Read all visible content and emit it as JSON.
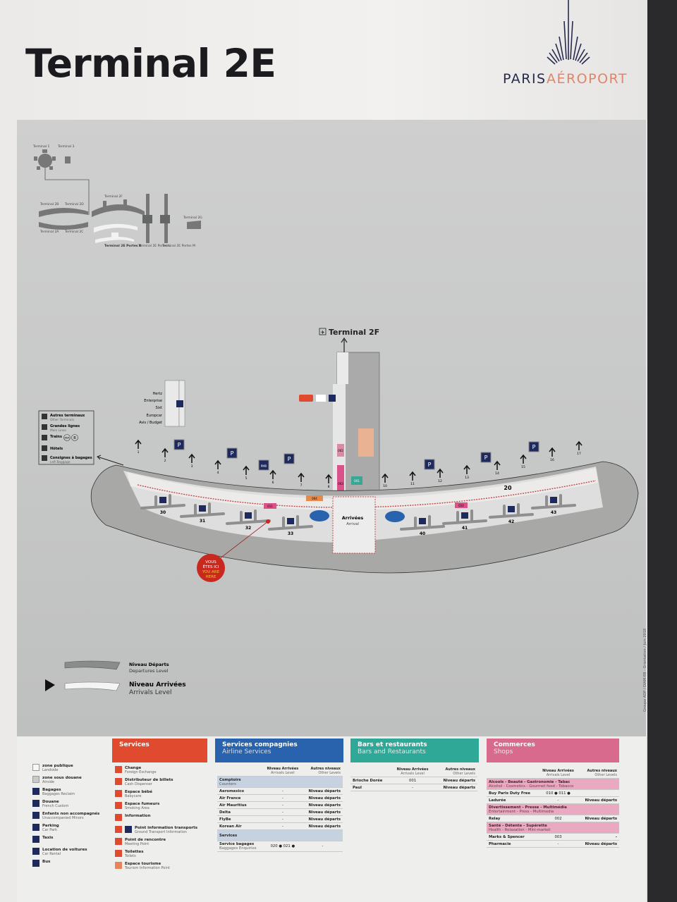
{
  "header": {
    "title": "Terminal 2E",
    "logo": {
      "part1": "PARIS",
      "part2": "AÉROPORT"
    }
  },
  "overview": {
    "labels": [
      "Terminal 1",
      "Terminal 3",
      "Terminal 2B",
      "Terminal 2D",
      "Terminal 2F",
      "Terminal 2A",
      "Terminal 2C",
      "Terminal 2E Portes K",
      "Terminal 2E Portes L",
      "Terminal 2E Portes M",
      "Terminal 2G"
    ]
  },
  "map": {
    "to_terminal": "Terminal 2F",
    "rental_cars": [
      "Hertz",
      "Enterprise",
      "Sixt",
      "Europcar",
      "Avis / Budget"
    ],
    "directions": [
      {
        "fr": "Autres terminaux",
        "en": "Other Terminals"
      },
      {
        "fr": "Grandes lignes",
        "en": "Main Lines"
      },
      {
        "fr": "Trains",
        "en": ""
      },
      {
        "fr": "Hôtels",
        "en": ""
      },
      {
        "fr": "Consignes à bagages",
        "en": "Left Baggage"
      }
    ],
    "train_badges": [
      "RER",
      "B"
    ],
    "gates": [
      "1",
      "2",
      "3",
      "4",
      "5",
      "6",
      "7",
      "8",
      "10",
      "11",
      "12",
      "13",
      "14",
      "15",
      "16",
      "17"
    ],
    "bus_lounges": [
      "30",
      "31",
      "32",
      "33",
      "40",
      "41",
      "42",
      "43"
    ],
    "shop_codes": [
      "004",
      "011",
      "002",
      "003",
      "001",
      "010",
      "020",
      "021"
    ],
    "gate_20": "20",
    "arrivals": {
      "fr": "Arrivées",
      "en": "Arrival"
    },
    "you_are_here": [
      "VOUS",
      "ÊTES ICI",
      "YOU ARE",
      "HERE"
    ],
    "parking": [
      "P",
      "P",
      "PMR",
      "P",
      "P",
      "P",
      "P"
    ],
    "levels": [
      {
        "fr": "Niveau Départs",
        "en": "Departures Level"
      },
      {
        "fr": "Niveau Arrivées",
        "en": "Arrivals Level"
      }
    ],
    "credit": "Groupe ADP / DIAM-EB - Orientation / Juin 2018"
  },
  "colors": {
    "services": "#e04a2e",
    "airline": "#2a63ad",
    "bars": "#2fa898",
    "shops": "#d76a8d",
    "navy": "#1e2a5e"
  },
  "legend": {
    "zones": [
      {
        "fr": "zone publique",
        "en": "Landside"
      },
      {
        "fr": "zone sous douane",
        "en": "Airside"
      },
      {
        "fr": "Bagages",
        "en": "Baggages Reclaim"
      },
      {
        "fr": "Douane",
        "en": "French Custom"
      },
      {
        "fr": "Enfants non accompagnés",
        "en": "Unaccompanied Minors"
      },
      {
        "fr": "Parking",
        "en": "Car Park"
      },
      {
        "fr": "Taxis",
        "en": ""
      },
      {
        "fr": "Location de voitures",
        "en": "Car Rental"
      },
      {
        "fr": "Bus",
        "en": ""
      }
    ],
    "services_title": "Services",
    "services": [
      {
        "fr": "Change",
        "en": "Foreign Exchange"
      },
      {
        "fr": "Distributeur de billets",
        "en": "Cash Dispenser"
      },
      {
        "fr": "Espace bébé",
        "en": "Babycare"
      },
      {
        "fr": "Espace fumeurs",
        "en": "Smoking Area"
      },
      {
        "fr": "Information",
        "en": ""
      },
      {
        "fr": "Point information transports",
        "en": "Ground Transport Information"
      },
      {
        "fr": "Point de rencontre",
        "en": "Meeting Point"
      },
      {
        "fr": "Toilettes",
        "en": "Toilets"
      },
      {
        "fr": "Espace tourisme",
        "en": "Tourism Information Point"
      }
    ]
  },
  "airline": {
    "title": "Services compagnies",
    "subtitle": "Airline Services",
    "col1": "Niveau Arrivées",
    "col1_en": "Arrivals Level",
    "col2": "Autres niveaux",
    "col2_en": "Other Levels",
    "counters": "Comptoirs",
    "counters_en": "Counters",
    "rows": [
      [
        "Aeromexico",
        "-",
        "Niveau départs"
      ],
      [
        "Air France",
        "-",
        "Niveau départs"
      ],
      [
        "Air Mauritius",
        "-",
        "Niveau départs"
      ],
      [
        "Delta",
        "-",
        "Niveau départs"
      ],
      [
        "FlyBe",
        "-",
        "Niveau départs"
      ],
      [
        "Korean Air",
        "-",
        "Niveau départs"
      ]
    ],
    "services": "Services",
    "baggage": [
      "Service bagages",
      "Baggages Enquiries",
      "020 ● 021 ●",
      "-"
    ]
  },
  "bars": {
    "title": "Bars et restaurants",
    "subtitle": "Bars and Restaurants",
    "col1": "Niveau Arrivées",
    "col1_en": "Arrivals Level",
    "col2": "Autres niveaux",
    "col2_en": "Other Levels",
    "rows": [
      [
        "Brioche Dorée",
        "001",
        "Niveau départs"
      ],
      [
        "Paul",
        "-",
        "Niveau départs"
      ]
    ]
  },
  "shops": {
    "title": "Commerces",
    "subtitle": "Shops",
    "col1": "Niveau Arrivées",
    "col1_en": "Arrivals Level",
    "col2": "Autres niveaux",
    "col2_en": "Other Levels",
    "groups": [
      {
        "fr": "Alcools - Beauté - Gastronomie - Tabac",
        "en": "Alcohol - Cosmetics - Gourmet food - Tobacco",
        "rows": [
          [
            "Buy Paris Duty Free",
            "010 ● 011 ●",
            ""
          ],
          [
            "Ladurée",
            "-",
            "Niveau départs"
          ]
        ]
      },
      {
        "fr": "Divertissement - Presse - Multimédia",
        "en": "Entertainment - Press - Multimedia",
        "rows": [
          [
            "Relay",
            "002",
            "Niveau départs"
          ]
        ]
      },
      {
        "fr": "Santé - Détente - Supérette",
        "en": "Health - Relaxation - Mini-market",
        "rows": [
          [
            "Marks & Spencer",
            "003",
            "-"
          ],
          [
            "Pharmacie",
            "-",
            "Niveau départs"
          ]
        ]
      }
    ]
  }
}
